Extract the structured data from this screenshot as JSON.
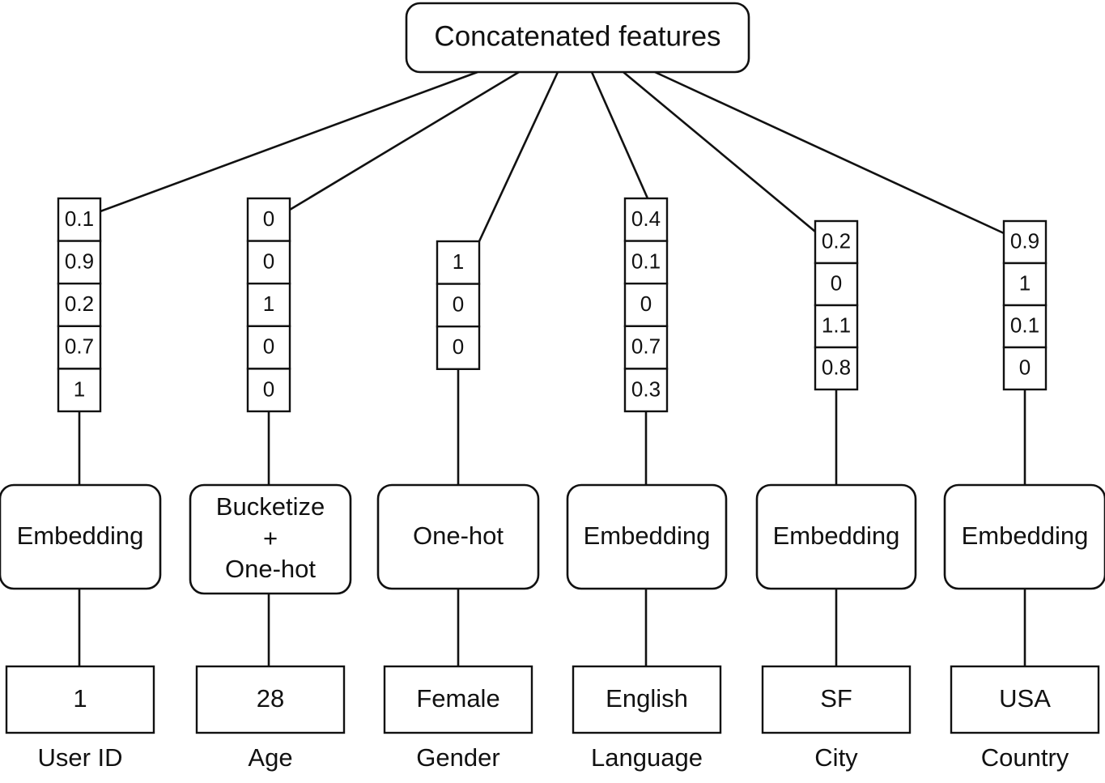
{
  "diagram": {
    "title": "Concatenated features",
    "background_color": "#ffffff",
    "stroke_color": "#111111",
    "columns": [
      {
        "caption": "User ID",
        "raw_value": "1",
        "transform": "Embedding",
        "transform_lines": [
          "Embedding"
        ],
        "vector": [
          "0.1",
          "0.9",
          "0.2",
          "0.7",
          "1"
        ]
      },
      {
        "caption": "Age",
        "raw_value": "28",
        "transform": "Bucketize + One-hot",
        "transform_lines": [
          "Bucketize",
          "+",
          "One-hot"
        ],
        "vector": [
          "0",
          "0",
          "1",
          "0",
          "0"
        ]
      },
      {
        "caption": "Gender",
        "raw_value": "Female",
        "transform": "One-hot",
        "transform_lines": [
          "One-hot"
        ],
        "vector": [
          "1",
          "0",
          "0"
        ]
      },
      {
        "caption": "Language",
        "raw_value": "English",
        "transform": "Embedding",
        "transform_lines": [
          "Embedding"
        ],
        "vector": [
          "0.4",
          "0.1",
          "0",
          "0.7",
          "0.3"
        ]
      },
      {
        "caption": "City",
        "raw_value": "SF",
        "transform": "Embedding",
        "transform_lines": [
          "Embedding"
        ],
        "vector": [
          "0.2",
          "0",
          "1.1",
          "0.8"
        ]
      },
      {
        "caption": "Country",
        "raw_value": "USA",
        "transform": "Embedding",
        "transform_lines": [
          "Embedding"
        ],
        "vector": [
          "0.9",
          "1",
          "0.1",
          "0"
        ]
      }
    ]
  }
}
